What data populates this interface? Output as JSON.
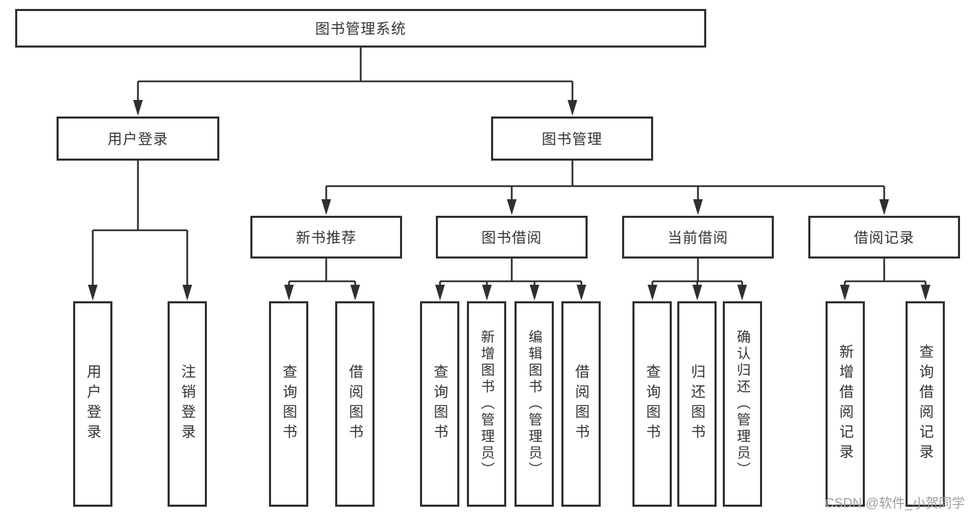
{
  "diagram": {
    "root": {
      "label": "图书管理系统"
    },
    "level2": [
      {
        "label": "用户登录"
      },
      {
        "label": "图书管理"
      }
    ],
    "level3": [
      {
        "label": "新书推荐"
      },
      {
        "label": "图书借阅"
      },
      {
        "label": "当前借阅"
      },
      {
        "label": "借阅记录"
      }
    ],
    "leaves": [
      {
        "label": "用户登录"
      },
      {
        "label": "注销登录"
      },
      {
        "label": "查询图书"
      },
      {
        "label": "借阅图书"
      },
      {
        "label": "查询图书"
      },
      {
        "label": "新增图书（管理员）"
      },
      {
        "label": "编辑图书（管理员）"
      },
      {
        "label": "借阅图书"
      },
      {
        "label": "查询图书"
      },
      {
        "label": "归还图书"
      },
      {
        "label": "确认归还（管理员）"
      },
      {
        "label": "新增借阅记录"
      },
      {
        "label": "查询借阅记录"
      }
    ]
  },
  "watermark": "CSDN @软件_小贺同学",
  "colors": {
    "line": "#2f2f2f",
    "text": "#333333",
    "watermark": "#9e9e9e",
    "bg": "#ffffff"
  }
}
